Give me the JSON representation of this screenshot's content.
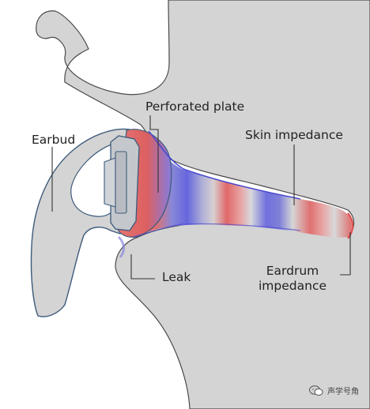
{
  "labels": {
    "perforated_plate": "Perforated plate",
    "earbud": "Earbud",
    "skin_impedance": "Skin impedance",
    "leak": "Leak",
    "eardrum_line1": "Eardrum",
    "eardrum_line2": "impedance"
  },
  "watermark": {
    "text": "声学号角",
    "icon": "wechat-icon"
  },
  "colors": {
    "skin_fill": "#d4d4d4",
    "outline": "#3d5a7a",
    "pressure_high": "#e06060",
    "pressure_low": "#6666dd",
    "pressure_zero": "#d8d8d8"
  }
}
